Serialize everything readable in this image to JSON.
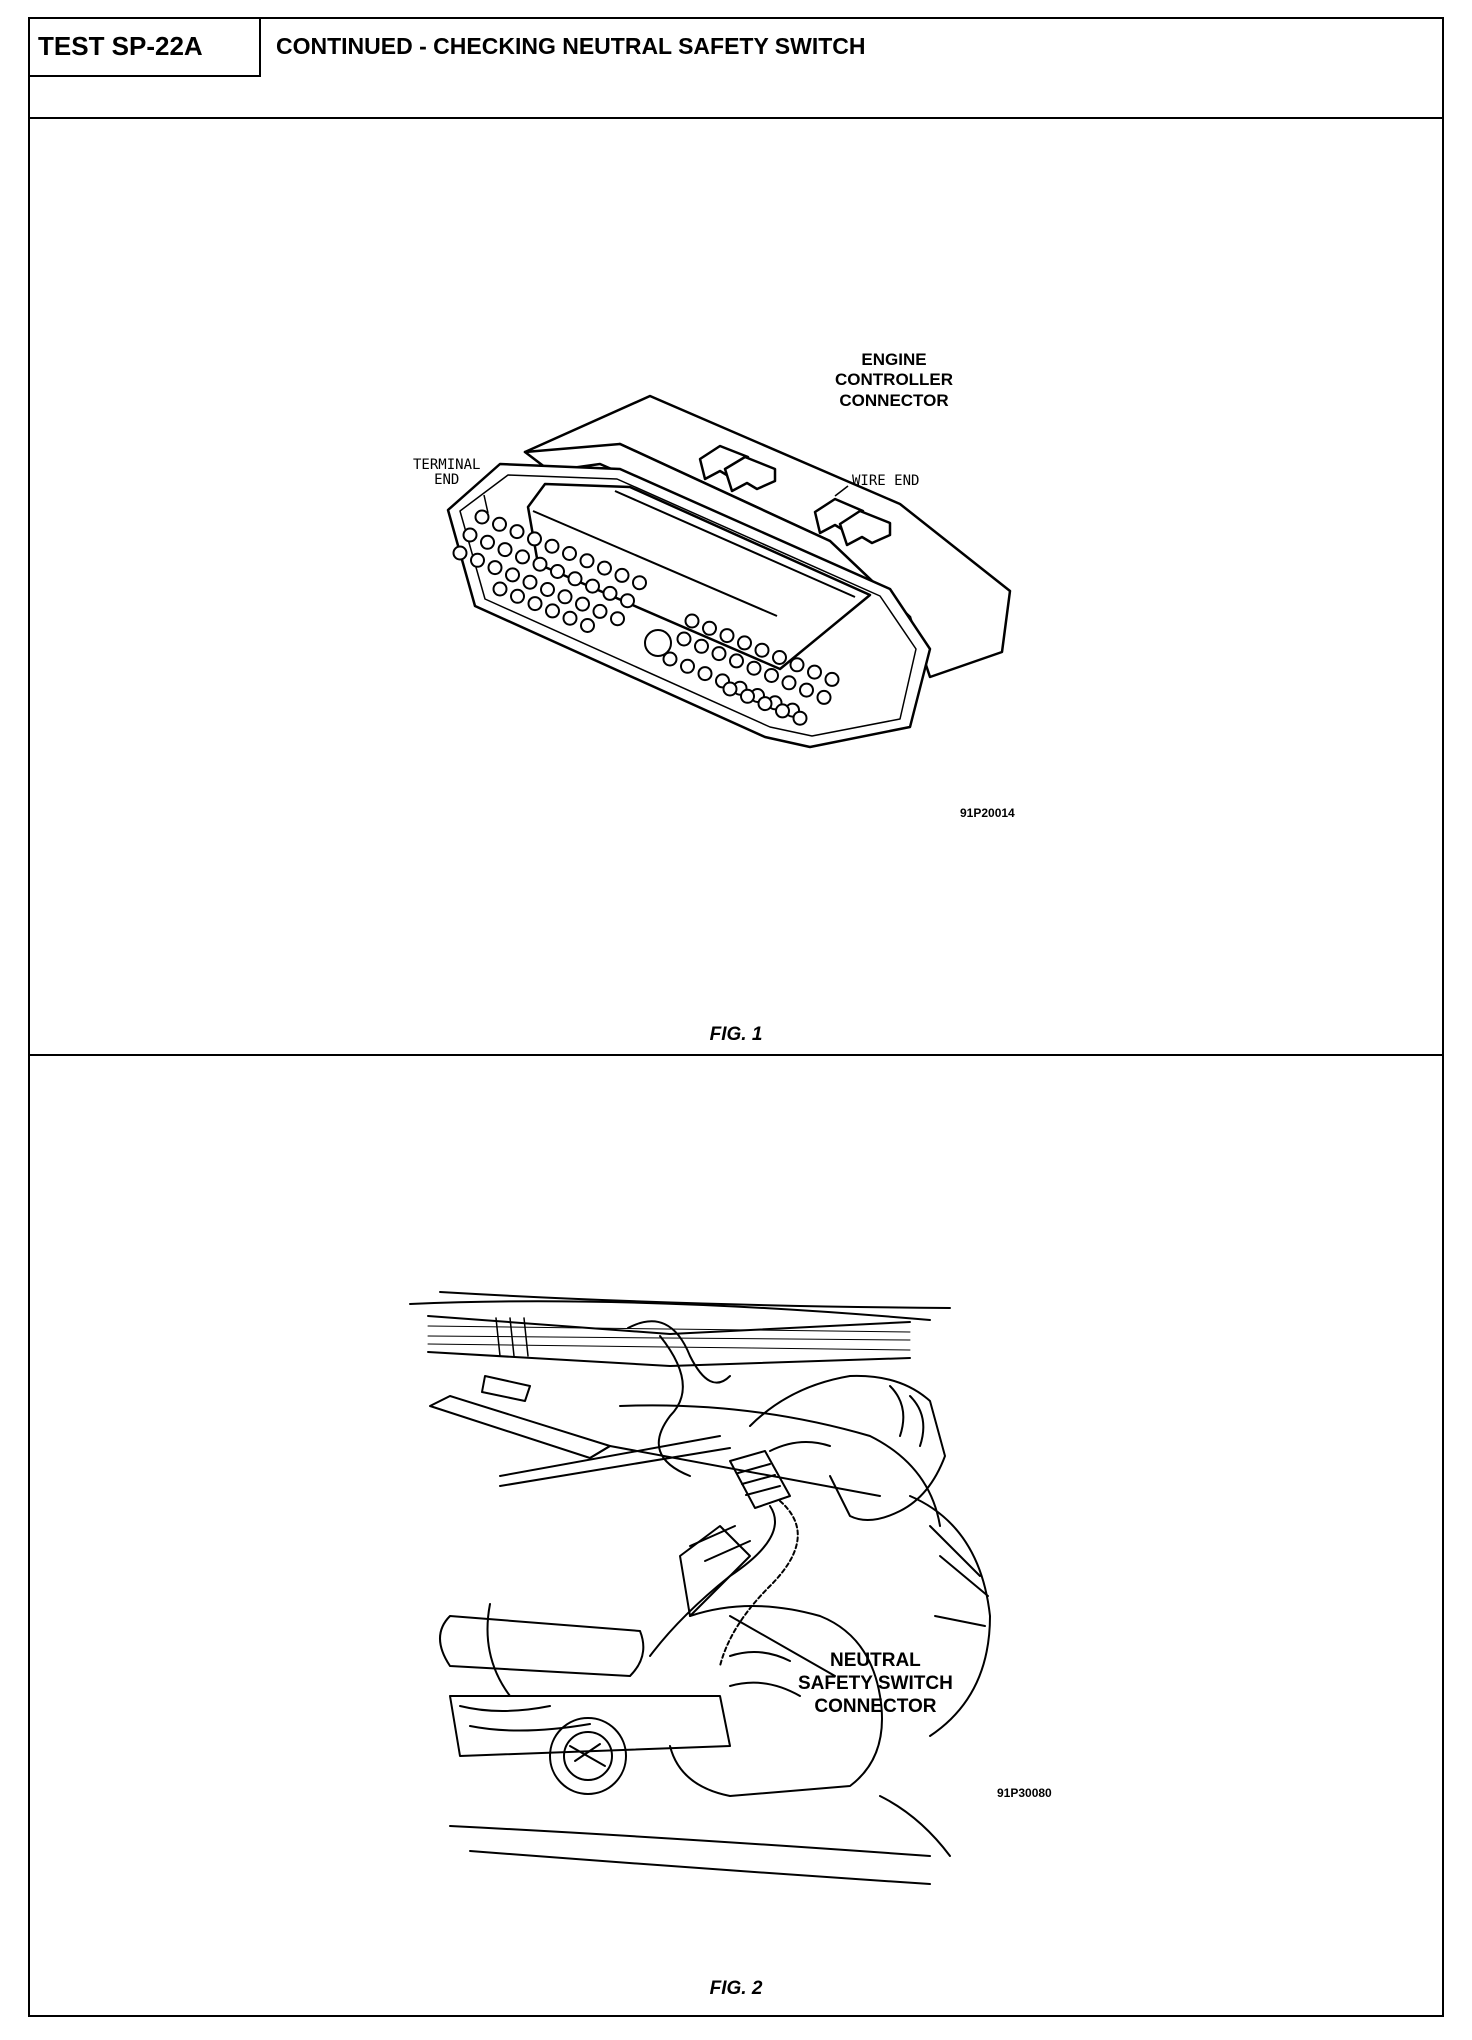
{
  "header": {
    "test_id": "TEST SP-22A",
    "title": "CONTINUED - CHECKING NEUTRAL SAFETY SWITCH"
  },
  "figure1": {
    "label_engine_controller": [
      "ENGINE",
      "CONTROLLER",
      "CONNECTOR"
    ],
    "label_terminal_end": [
      "TERMINAL",
      "END"
    ],
    "label_wire_end": "WIRE END",
    "code": "91P20014",
    "caption": "FIG. 1"
  },
  "figure2": {
    "label_connector": [
      "NEUTRAL",
      "SAFETY SWITCH",
      "CONNECTOR"
    ],
    "code": "91P30080",
    "caption": "FIG. 2"
  }
}
